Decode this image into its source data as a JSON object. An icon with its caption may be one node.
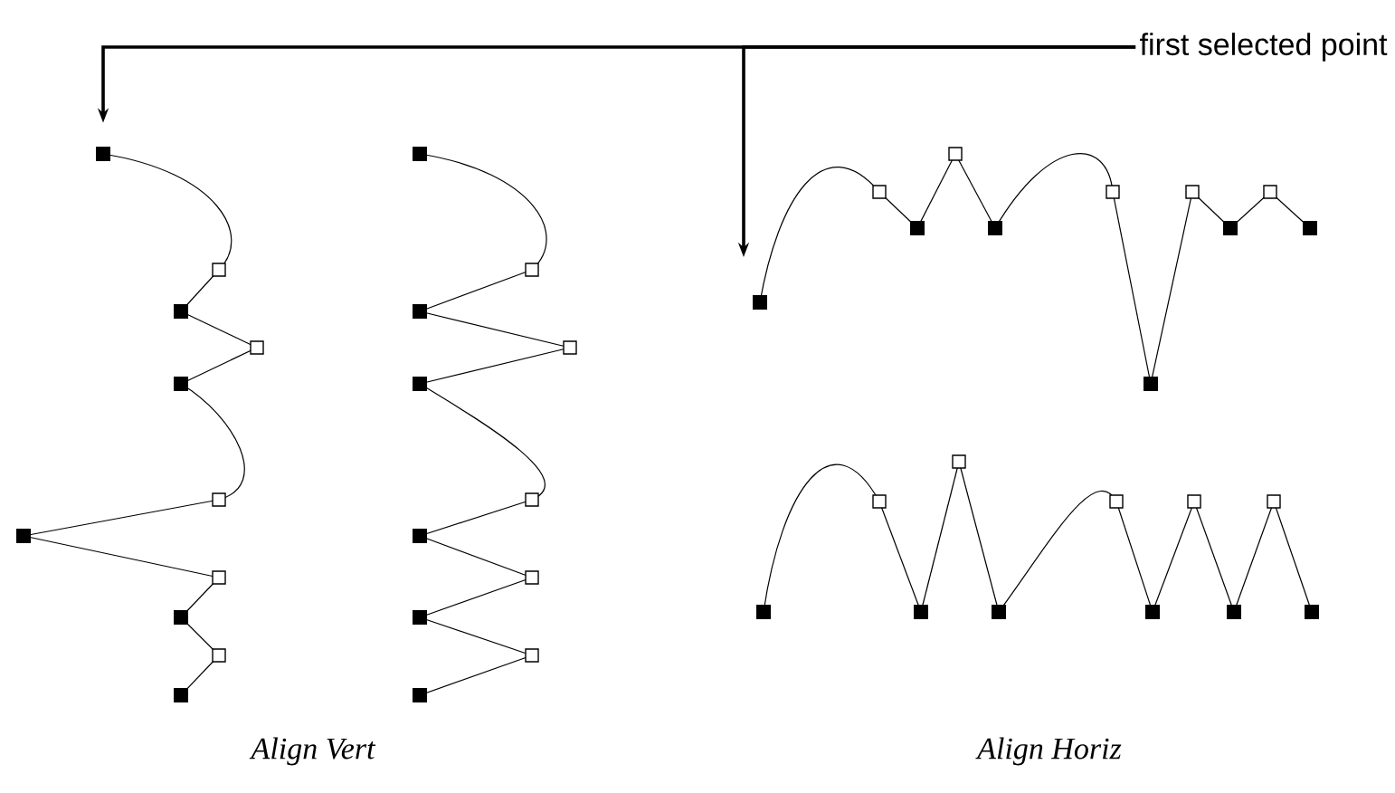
{
  "diagram": {
    "nodes": [
      {
        "text": [
          "first selected point"
        ]
      },
      {
        "text": [],
        "shape": "box"
      },
      {
        "text": [],
        "shape": "box"
      }
    ],
    "edges": [
      {
        "from": 0,
        "to": 1,
        "arrow": "to"
      },
      {
        "from": 0,
        "to": 2,
        "arrow": "to"
      }
    ],
    "labels": [
      "Align Vert",
      "Align Horiz"
    ]
  }
}
